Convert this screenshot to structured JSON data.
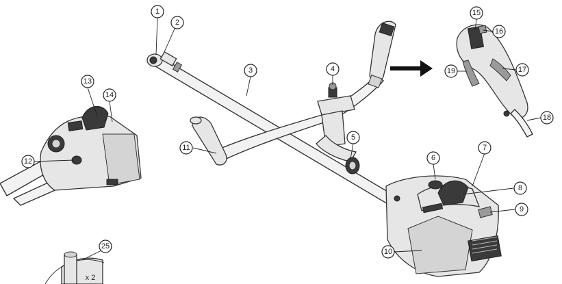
{
  "callouts": {
    "c1": "1",
    "c2": "2",
    "c3": "3",
    "c4": "4",
    "c5": "5",
    "c6": "6",
    "c7": "7",
    "c8": "8",
    "c9": "9",
    "c10": "10",
    "c11": "11",
    "c12": "12",
    "c13": "13",
    "c14": "14",
    "c15": "15",
    "c16": "16",
    "c17": "17",
    "c18": "18",
    "c19": "19",
    "c25": "25"
  },
  "detail_text": {
    "multiplier": "x 2"
  },
  "icons": {
    "pointer": "arrow-right-icon"
  }
}
